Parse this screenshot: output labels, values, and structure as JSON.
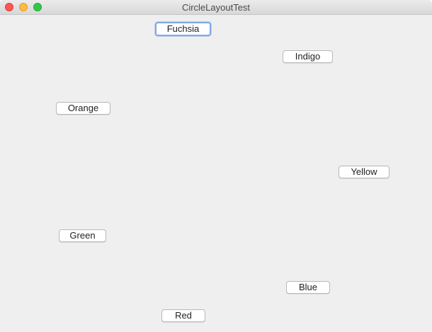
{
  "window": {
    "title": "CircleLayoutTest"
  },
  "buttons": {
    "fuchsia": "Fuchsia",
    "indigo": "Indigo",
    "orange": "Orange",
    "yellow": "Yellow",
    "green": "Green",
    "blue": "Blue",
    "red": "Red"
  },
  "focused_button": "fuchsia",
  "colors": {
    "close": "#fc5753",
    "minimize": "#fdbc40",
    "zoom": "#33c748",
    "focus_ring": "#7fa9e6",
    "background": "#efefef"
  }
}
